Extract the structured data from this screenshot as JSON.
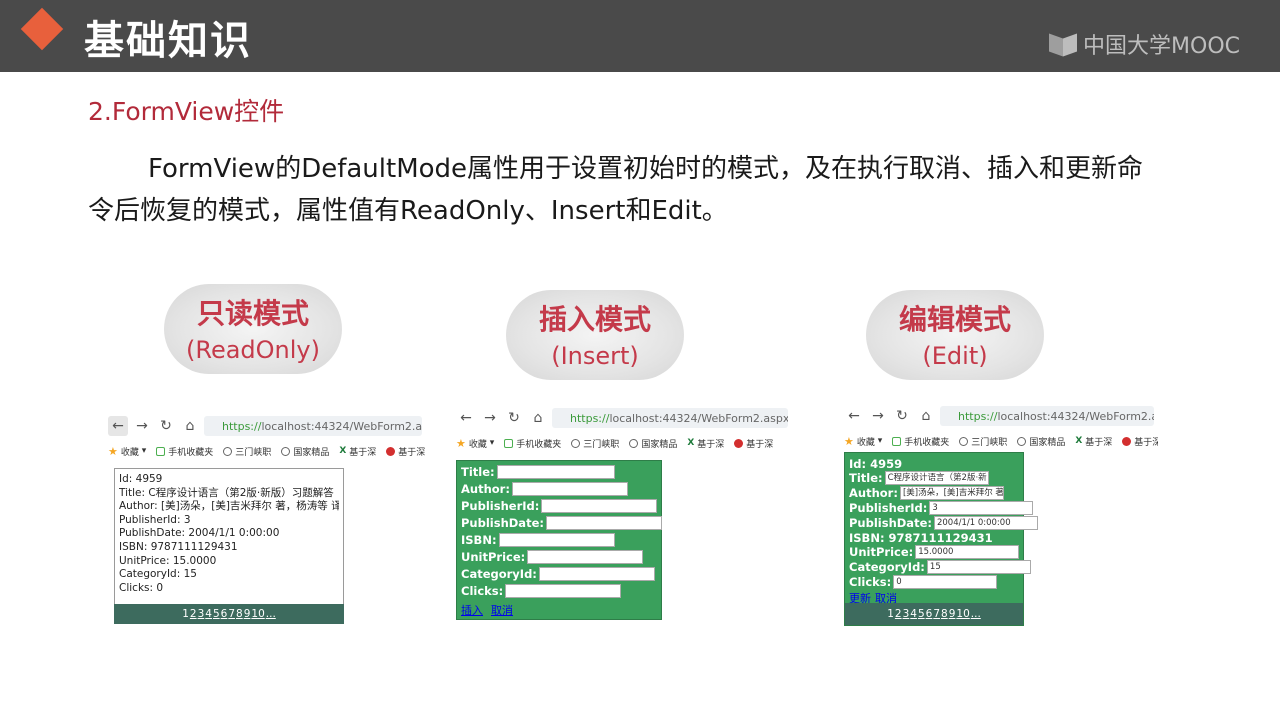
{
  "header": {
    "title": "基础知识",
    "brand": "中国大学MOOC",
    "accent": "#e8603c"
  },
  "section": {
    "title": "2.FormView控件",
    "paragraph": "FormView的DefaultMode属性用于设置初始时的模式，及在执行取消、插入和更新命令后恢复的模式，属性值有ReadOnly、Insert和Edit。"
  },
  "modes": [
    {
      "cn": "只读模式",
      "en": "(ReadOnly)"
    },
    {
      "cn": "插入模式",
      "en": "(Insert)"
    },
    {
      "cn": "编辑模式",
      "en": "(Edit)"
    }
  ],
  "browser": {
    "https": "https://",
    "host": "localhost:44324/WebForm2.aspx",
    "bookmarks": [
      "收藏",
      "手机收藏夹",
      "三门峡职",
      "国家精品",
      "基于深",
      "基于深"
    ]
  },
  "readonly": {
    "lines": [
      "Id: 4959",
      "Title: C程序设计语言（第2版·新版）习题解答",
      "Author: [美]汤朵，[美]吉米拜尔 著，杨涛等 译",
      "PublisherId: 3",
      "PublishDate: 2004/1/1 0:00:00",
      "ISBN: 9787111129431",
      "UnitPrice: 15.0000",
      "CategoryId: 15",
      "Clicks: 0"
    ],
    "pages": [
      "1",
      "2",
      "3",
      "4",
      "5",
      "6",
      "7",
      "8",
      "9",
      "10",
      "..."
    ]
  },
  "insert": {
    "labels": [
      "Title:",
      "Author:",
      "PublisherId:",
      "PublishDate:",
      "ISBN:",
      "UnitPrice:",
      "CategoryId:",
      "Clicks:"
    ],
    "insert_link": "插入",
    "cancel_link": "取消"
  },
  "edit": {
    "id_line": "Id: 4959",
    "title_label": "Title:",
    "title_value": "C程序设计语言（第2版·新",
    "author_label": "Author:",
    "author_value": "[美]汤朵，[美]吉米拜尔 著，",
    "publisher_label": "PublisherId:",
    "publisher_value": "3",
    "date_label": "PublishDate:",
    "date_value": "2004/1/1 0:00:00",
    "isbn_line": "ISBN: 9787111129431",
    "price_label": "UnitPrice:",
    "price_value": "15.0000",
    "category_label": "CategoryId:",
    "category_value": "15",
    "clicks_label": "Clicks:",
    "clicks_value": "0",
    "update_link": "更新",
    "cancel_link": "取消",
    "pages": [
      "1",
      "2",
      "3",
      "4",
      "5",
      "6",
      "7",
      "8",
      "9",
      "10",
      "..."
    ]
  }
}
